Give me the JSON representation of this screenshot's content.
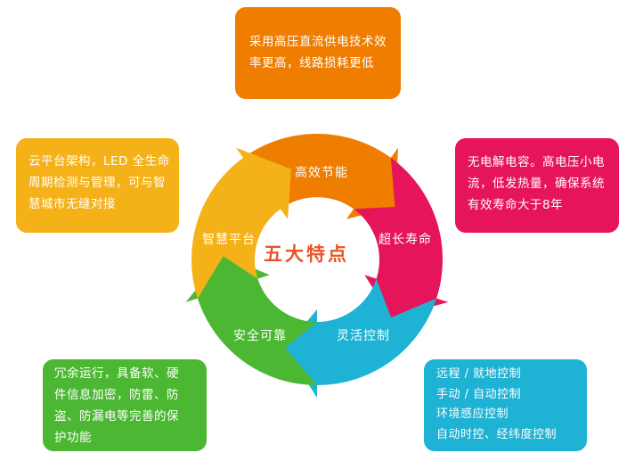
{
  "center": {
    "title": "五大特点"
  },
  "segments": [
    {
      "label": "高效节能",
      "color": "#ef7d00"
    },
    {
      "label": "超长寿命",
      "color": "#e6145a"
    },
    {
      "label": "灵活控制",
      "color": "#1eb2d4"
    },
    {
      "label": "安全可靠",
      "color": "#4cb733"
    },
    {
      "label": "智慧平台",
      "color": "#f5b218"
    }
  ],
  "boxes": {
    "top": {
      "color": "#ef7d00",
      "lines": [
        "采用高压直流供电技术效",
        "率更高，线路损耗更低"
      ]
    },
    "right": {
      "color": "#e6145a",
      "lines": [
        "无电解电容。高电压小电",
        "流，低发热量，确保系统",
        "有效寿命大于8年"
      ]
    },
    "bottom_right": {
      "color": "#1eb2d4",
      "lines": [
        "远程 / 就地控制",
        "手动 / 自动控制",
        "环境感应控制",
        "自动时控、经纬度控制"
      ]
    },
    "bottom_left": {
      "color": "#4cb733",
      "lines": [
        "冗余运行，具备软、硬",
        "件信息加密，防雷、防",
        "盗、防漏电等完善的保",
        "护功能"
      ]
    },
    "left": {
      "color": "#f5b218",
      "lines": [
        "云平台架构，LED 全生命",
        "周期检测与管理，可与智",
        "慧城市无缝对接"
      ]
    }
  }
}
